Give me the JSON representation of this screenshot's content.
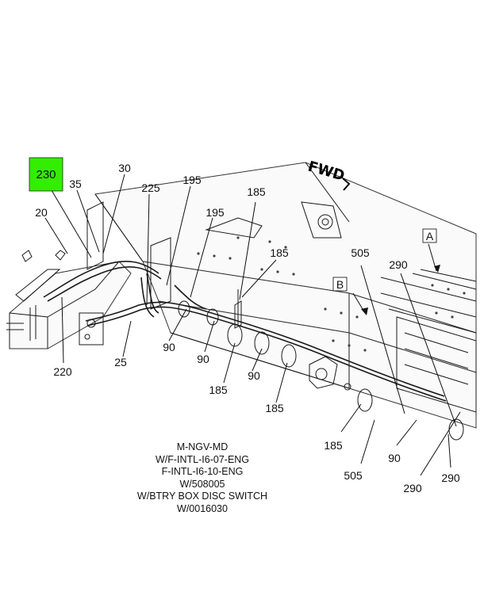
{
  "diagram": {
    "highlight": {
      "label": "230",
      "color": "#33ee00"
    },
    "direction_label": "FWD",
    "reference_boxes": [
      "A",
      "B"
    ],
    "callouts": [
      "30",
      "35",
      "225",
      "195",
      "195",
      "185",
      "185",
      "20",
      "505",
      "290",
      "220",
      "25",
      "90",
      "90",
      "90",
      "185",
      "185",
      "185",
      "90",
      "505",
      "290",
      "290"
    ],
    "notes": [
      "M-NGV-MD",
      "W/F-INTL-I6-07-ENG",
      "F-INTL-I6-10-ENG",
      "W/508005",
      "W/BTRY BOX DISC SWITCH",
      "W/0016030"
    ]
  }
}
